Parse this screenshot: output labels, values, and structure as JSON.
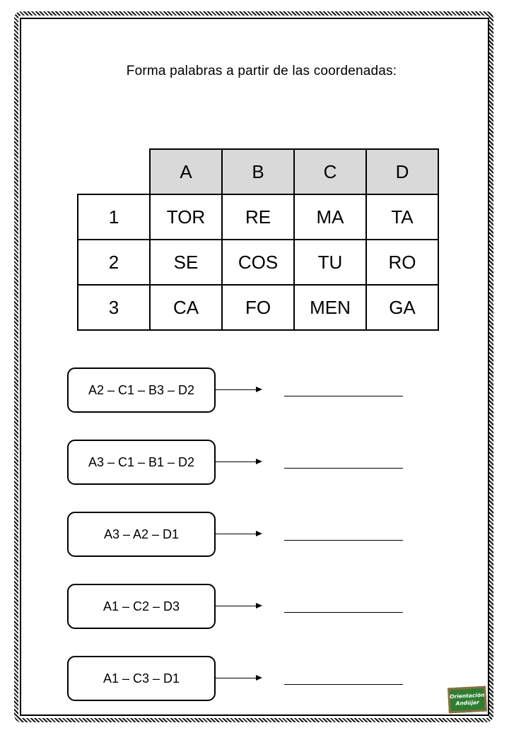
{
  "title": "Forma palabras a partir de las coordenadas:",
  "grid": {
    "columns": [
      "A",
      "B",
      "C",
      "D"
    ],
    "rows": [
      {
        "label": "1",
        "cells": [
          "TOR",
          "RE",
          "MA",
          "TA"
        ]
      },
      {
        "label": "2",
        "cells": [
          "SE",
          "COS",
          "TU",
          "RO"
        ]
      },
      {
        "label": "3",
        "cells": [
          "CA",
          "FO",
          "MEN",
          "GA"
        ]
      }
    ],
    "header_color": "#d9d9d9"
  },
  "exercises": [
    {
      "code": "A2 – C1 – B3 – D2"
    },
    {
      "code": "A3 – C1 – B1 – D2"
    },
    {
      "code": "A3 – A2 – D1"
    },
    {
      "code": "A1 – C2 – D3"
    },
    {
      "code": "A1 – C3 – D1"
    }
  ],
  "logo": {
    "line1": "Orientación",
    "line2": "Andújar",
    "board_color": "#2e7d32"
  }
}
